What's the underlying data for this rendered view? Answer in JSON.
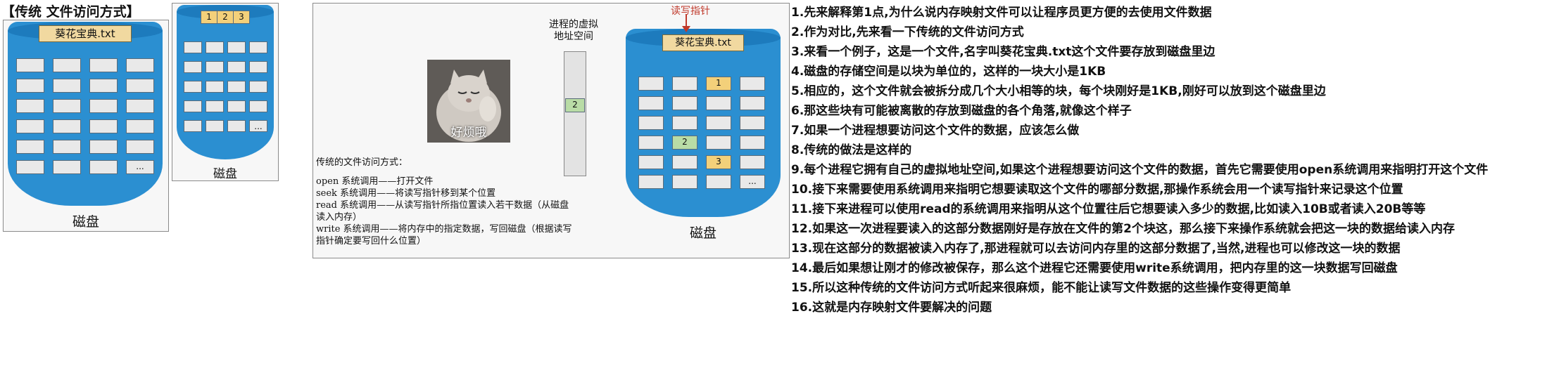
{
  "left_title": "【传统 文件访问方式】",
  "disk1": {
    "file_label": "葵花宝典.txt",
    "caption": "磁盘",
    "last_block": "..."
  },
  "disk2": {
    "blocks_top": [
      "1",
      "2",
      "3"
    ],
    "caption": "磁盘",
    "last_block": "..."
  },
  "panel3": {
    "vas_title_line1": "进程的虚拟",
    "vas_title_line2": "地址空间",
    "vas_block": "2",
    "pointer_label": "读写指针",
    "file_label": "葵花宝典.txt",
    "disk_blocks": {
      "b1": "1",
      "b2": "2",
      "b3": "3",
      "dots": "..."
    },
    "disk_caption": "磁盘",
    "meme_caption": "好烦哦",
    "notes": [
      "传统的文件访问方式：",
      "open 系统调用——打开文件",
      "seek 系统调用——将读写指针移到某个位置",
      "read 系统调用——从读写指针所指位置读入若干数据（从磁盘",
      "读入内存）",
      "write 系统调用——将内存中的指定数据，写回磁盘（根据读写",
      "指针确定要写回什么位置）"
    ]
  },
  "steps": [
    "1.先来解释第1点,为什么说内存映射文件可以让程序员更方便的去使用文件数据",
    "2.作为对比,先来看一下传统的文件访问方式",
    "3.来看一个例子，这是一个文件,名字叫葵花宝典.txt这个文件要存放到磁盘里边",
    "4.磁盘的存储空间是以块为单位的，这样的一块大小是1KB",
    "5.相应的，这个文件就会被拆分成几个大小相等的块，每个块刚好是1KB,刚好可以放到这个磁盘里边",
    "6.那这些块有可能被离散的存放到磁盘的各个角落,就像这个样子",
    "7.如果一个进程想要访问这个文件的数据，应该怎么做",
    "8.传统的做法是这样的",
    "9.每个进程它拥有自己的虚拟地址空间,如果这个进程想要访问这个文件的数据，首先它需要使用open系统调用来指明打开这个文件",
    "10.接下来需要使用系统调用来指明它想要读取这个文件的哪部分数据,那操作系统会用一个读写指针来记录这个位置",
    "11.接下来进程可以使用read的系统调用来指明从这个位置往后它想要读入多少的数据,比如读入10B或者读入20B等等",
    "12.如果这一次进程要读入的这部分数据刚好是存放在文件的第2个块这，那么接下来操作系统就会把这一块的数据给读入内存",
    "13.现在这部分的数据被读入内存了,那进程就可以去访问内存里的这部分数据了,当然,进程也可以修改这一块的数据",
    "14.最后如果想让刚才的修改被保存，那么这个进程它还需要使用write系统调用，把内存里的这一块数据写回磁盘",
    "15.所以这种传统的文件访问方式听起来很麻烦，能不能让读写文件数据的这些操作变得更简单",
    "16.这就是内存映射文件要解决的问题"
  ],
  "colors": {
    "disk_blue": "#2b8fd1",
    "block_yellow": "#f3d07a",
    "block_green": "#b9dca6",
    "pointer_red": "#c0392b"
  }
}
